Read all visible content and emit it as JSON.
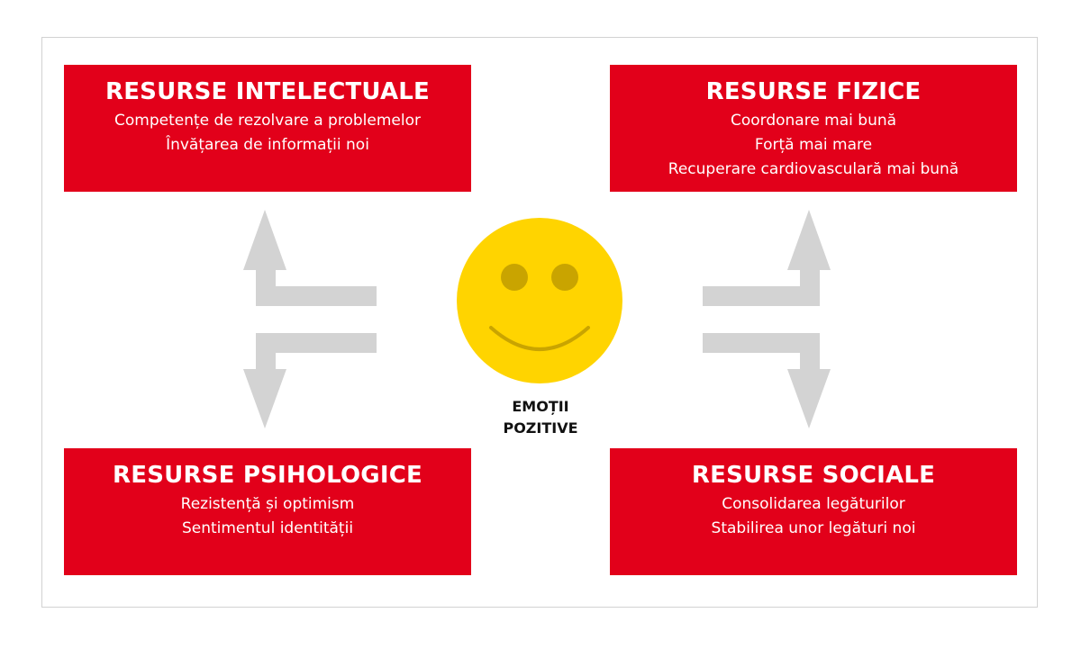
{
  "boxes": {
    "top_left": {
      "title": "RESURSE INTELECTUALE",
      "lines": [
        "Competențe de rezolvare a problemelor",
        "Învățarea de informații noi"
      ]
    },
    "top_right": {
      "title": "RESURSE FIZICE",
      "lines": [
        "Coordonare mai bună",
        "Forță mai mare",
        "Recuperare cardiovasculară mai bună"
      ]
    },
    "bottom_left": {
      "title": "RESURSE PSIHOLOGICE",
      "lines": [
        "Rezistență și optimism",
        "Sentimentul identității"
      ]
    },
    "bottom_right": {
      "title": "RESURSE SOCIALE",
      "lines": [
        "Consolidarea legăturilor",
        "Stabilirea unor legături noi"
      ]
    }
  },
  "center": {
    "icon": "smiley-face-icon",
    "label_line1": "EMOȚII",
    "label_line2": "POZITIVE"
  },
  "colors": {
    "box": "#e2001a",
    "box_text": "#ffffff",
    "arrow": "#d3d3d3",
    "smiley_face": "#ffd400",
    "smiley_features": "#c9a400",
    "frame_border": "#d2d2d2"
  }
}
